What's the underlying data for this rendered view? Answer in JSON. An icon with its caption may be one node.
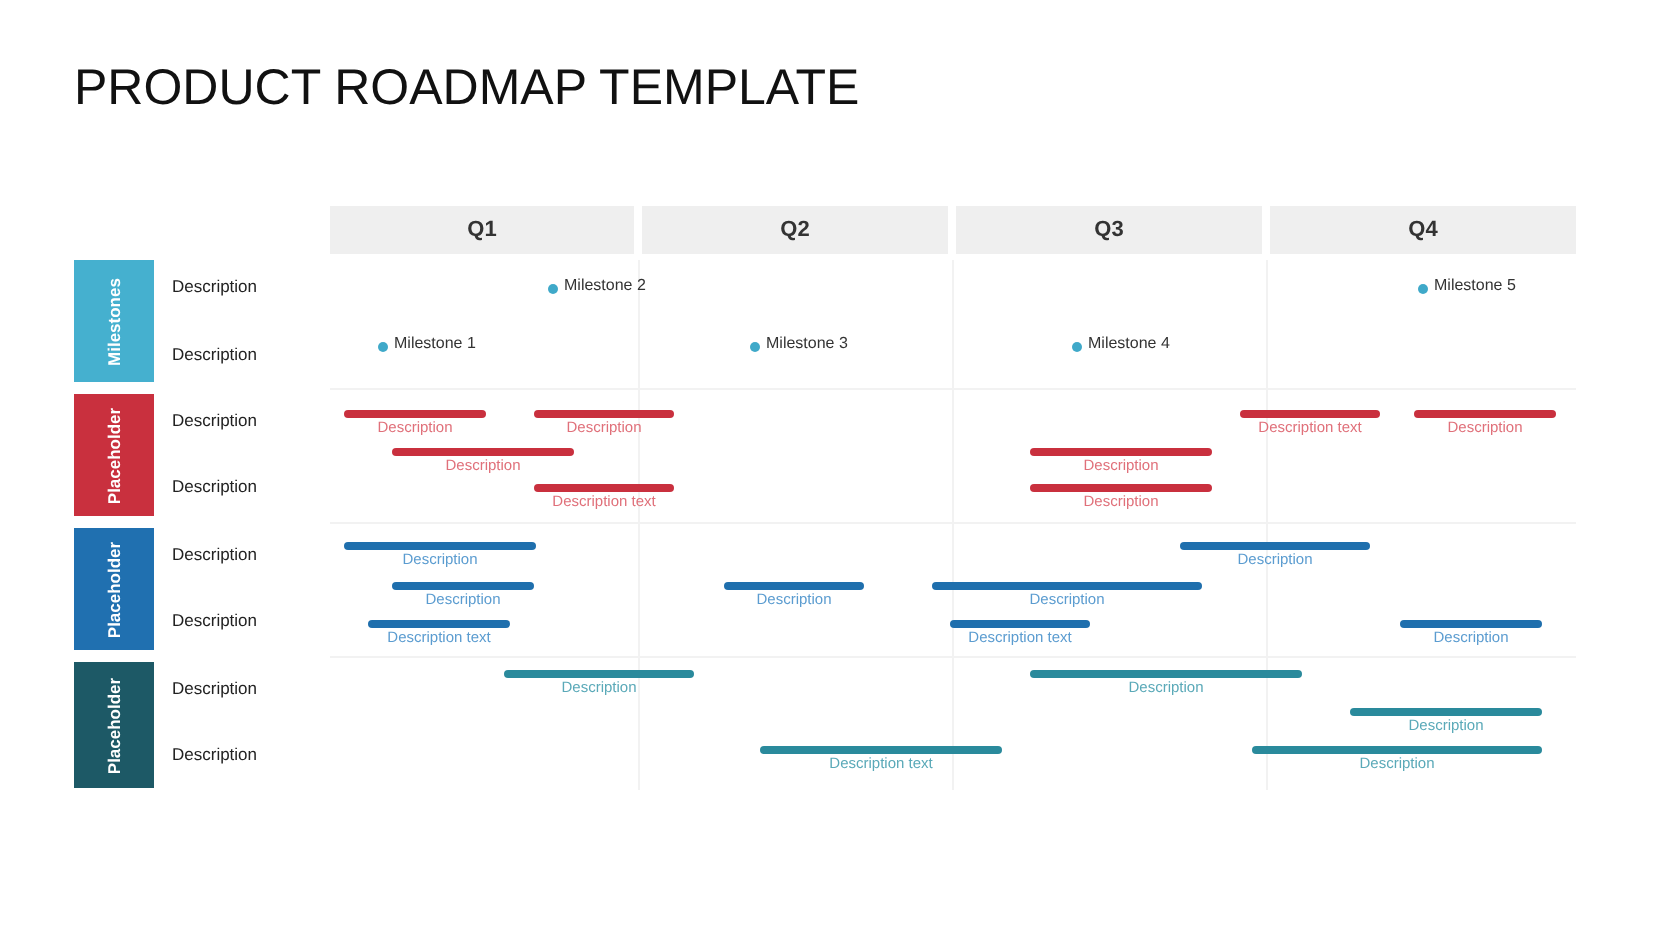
{
  "diagram": {
    "title": "PRODUCT ROADMAP TEMPLATE",
    "nodes": [
      {
        "text": [
          "Q1"
        ]
      },
      {
        "text": [
          "Q2"
        ]
      },
      {
        "text": [
          "Q3"
        ]
      },
      {
        "text": [
          "Q4"
        ]
      },
      {
        "text": [
          "Milestones"
        ]
      },
      {
        "text": [
          "Placeholder"
        ]
      },
      {
        "text": [
          "Placeholder"
        ]
      },
      {
        "text": [
          "Placeholder"
        ]
      }
    ],
    "labels": [
      "Description",
      "Milestone 2",
      "Milestone 5",
      "Description",
      "Milestone 1",
      "Milestone 3",
      "Milestone 4",
      "Description",
      "Description",
      "Description",
      "Description text",
      "Description",
      "Description",
      "Description",
      "Description",
      "Description text",
      "Description",
      "Description",
      "Description",
      "Description",
      "Description",
      "Description",
      "Description",
      "Description",
      "Description text",
      "Description text",
      "Description",
      "Description",
      "Description",
      "Description",
      "Description",
      "Description",
      "Description text",
      "Description"
    ]
  }
}
